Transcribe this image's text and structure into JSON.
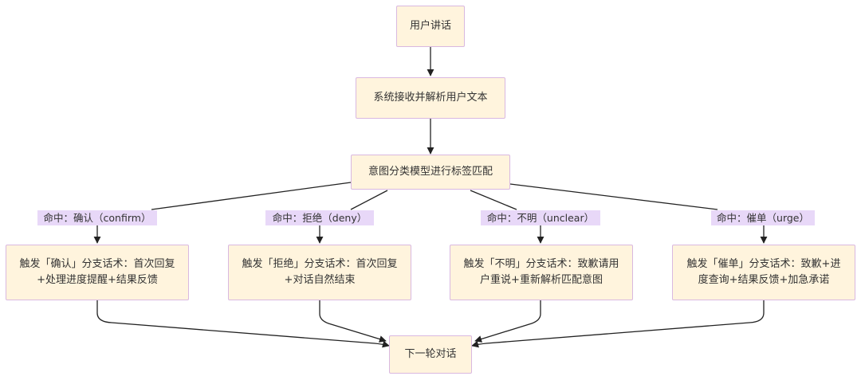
{
  "nodes": {
    "start": "用户讲话",
    "receive": "系统接收并解析用户文本",
    "classify": "意图分类模型进行标签匹配",
    "confirm_action": "触发「确认」分支话术：首次回复+处理进度提醒+结果反馈",
    "deny_action": "触发「拒绝」分支话术：首次回复+对话自然结束",
    "unclear_action": "触发「不明」分支话术：致歉请用户重说+重新解析匹配意图",
    "urge_action": "触发「催单」分支话术：致歉+进度查询+结果反馈+加急承诺",
    "next": "下一轮对话"
  },
  "edge_labels": {
    "confirm": "命中：确认（confirm）",
    "deny": "命中：拒绝（deny）",
    "unclear": "命中：不明（unclear）",
    "urge": "命中：催单（urge）"
  },
  "colors": {
    "node_fill": "#fff4dd",
    "node_border": "#d9b8e0",
    "label_fill": "#e8d8f8",
    "edge": "#222222"
  }
}
